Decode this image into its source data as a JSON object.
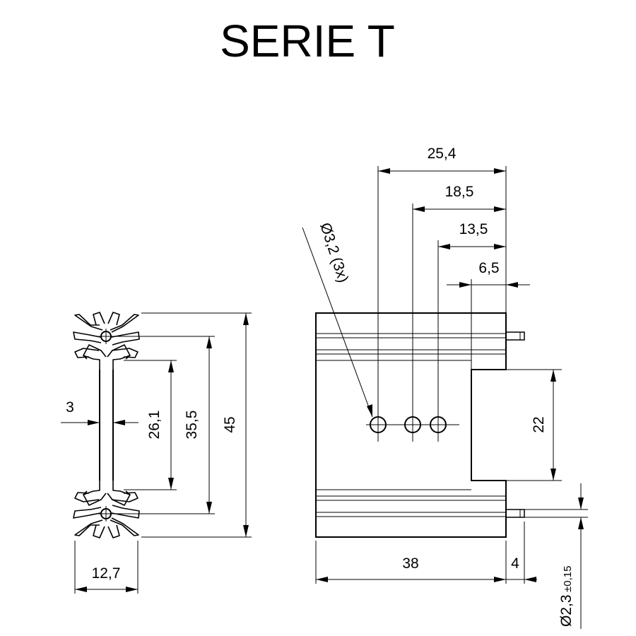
{
  "title": "SERIE T",
  "side_view": {
    "thickness": "3",
    "inner_distance": "26,1",
    "hole_distance": "35,5",
    "height": "45",
    "width": "12,7"
  },
  "front_view": {
    "dim_top_1": "25,4",
    "dim_top_2": "18,5",
    "dim_top_3": "13,5",
    "dim_top_4": "6,5",
    "hole_callout": "Ø3,2 (3x)",
    "cutout_height": "22",
    "length": "38",
    "pin_length": "4",
    "pin_diameter": "Ø2,3",
    "pin_tolerance": "±0,15"
  }
}
